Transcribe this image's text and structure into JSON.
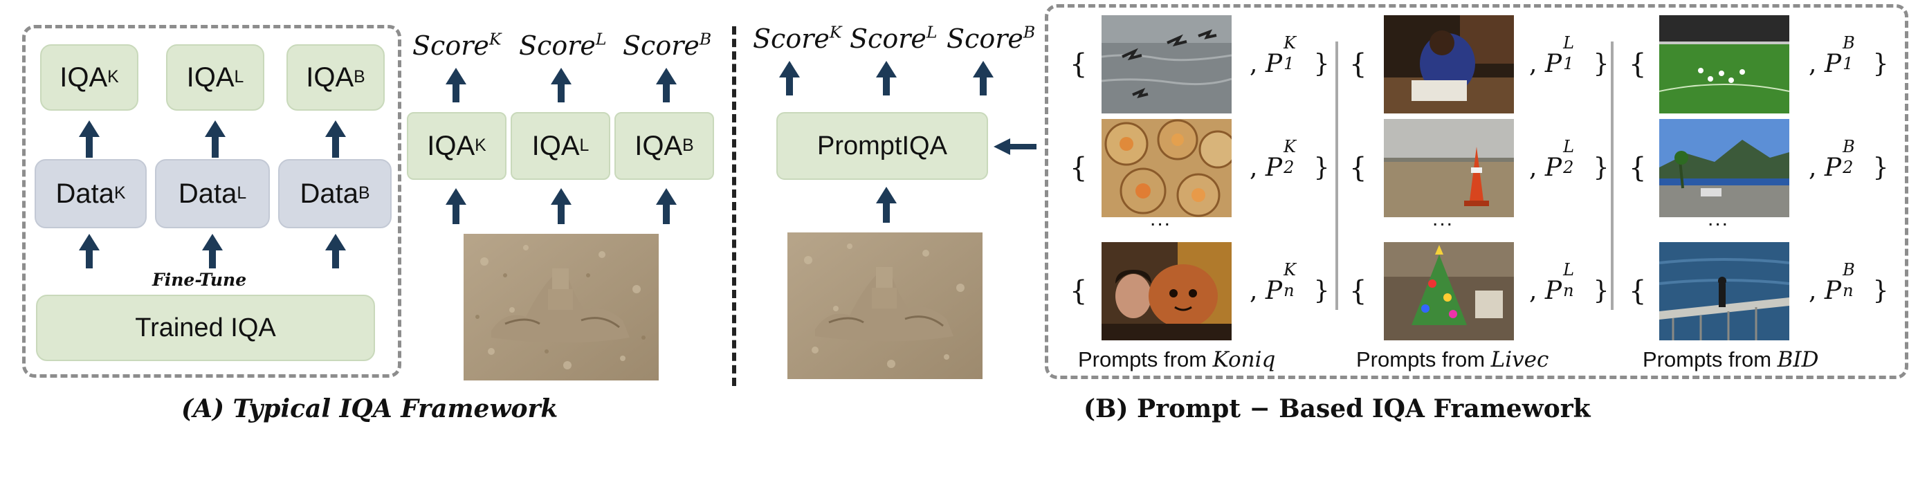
{
  "left": {
    "iqa_k": {
      "base": "IQA",
      "sup": "K"
    },
    "iqa_l": {
      "base": "IQA",
      "sup": "L"
    },
    "iqa_b": {
      "base": "IQA",
      "sup": "B"
    },
    "data_k": {
      "base": "Data",
      "sup": "K"
    },
    "data_l": {
      "base": "Data",
      "sup": "L"
    },
    "data_b": {
      "base": "Data",
      "sup": "B"
    },
    "fine_tune": "Fine-Tune",
    "trained_iqa": "Trained IQA"
  },
  "middle": {
    "score_k": {
      "base": "Score",
      "sup": "K"
    },
    "score_l": {
      "base": "Score",
      "sup": "L"
    },
    "score_b": {
      "base": "Score",
      "sup": "B"
    },
    "iqa_k": {
      "base": "IQA",
      "sup": "K"
    },
    "iqa_l": {
      "base": "IQA",
      "sup": "L"
    },
    "iqa_b": {
      "base": "IQA",
      "sup": "B"
    }
  },
  "right": {
    "score_k": {
      "base": "Score",
      "sup": "K"
    },
    "score_l": {
      "base": "Score",
      "sup": "L"
    },
    "score_b": {
      "base": "Score",
      "sup": "B"
    },
    "prompt_iqa": "PromptIQA"
  },
  "prompts": {
    "open_brace": "{",
    "close_brace": "}",
    "comma": ",",
    "p": "P",
    "ellipsis": "...",
    "prefix": "Prompts from ",
    "columns": [
      {
        "dataset": "Koniq",
        "sup": "K",
        "subs": [
          "1",
          "2",
          "n"
        ]
      },
      {
        "dataset": "Livec",
        "sup": "L",
        "subs": [
          "1",
          "2",
          "n"
        ]
      },
      {
        "dataset": "BID",
        "sup": "B",
        "subs": [
          "1",
          "2",
          "n"
        ]
      }
    ]
  },
  "titles": {
    "a": "(A) Typical IQA Framework",
    "b": "(B)  Prompt − Based IQA Framework"
  },
  "colors": {
    "green_box": "#dde8d1",
    "blue_box": "#d4d9e3",
    "arrow": "#1d3a57",
    "dashed_border": "#8d8d8d"
  }
}
